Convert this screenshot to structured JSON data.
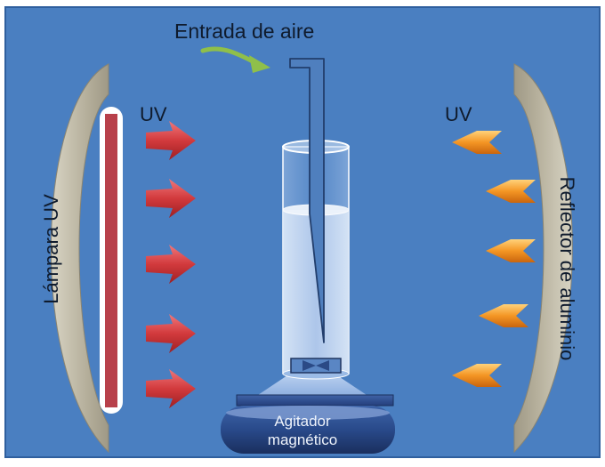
{
  "diagram": {
    "air_inlet_label": "Entrada de aire",
    "uv_label_left": "UV",
    "uv_label_right": "UV",
    "lamp_label": "Lámpara UV",
    "reflector_label": "Reflector de aluminio",
    "stirrer_label_line1": "Agitador",
    "stirrer_label_line2": "magnético"
  },
  "colors": {
    "background": "#4a7fc1",
    "lamp_tube": "#b8404a",
    "reflector": "#b9b4a2",
    "uv_arrow_left": "#c83236",
    "uv_arrow_right": "#f08a1e",
    "air_arrow": "#8fbf4a",
    "stirrer": "#2c4a8a"
  },
  "icons": {
    "left_arrows": "red-right-arrow-icon",
    "right_arrows": "orange-chevron-left-icon",
    "stir_bar": "stir-bar-icon"
  }
}
